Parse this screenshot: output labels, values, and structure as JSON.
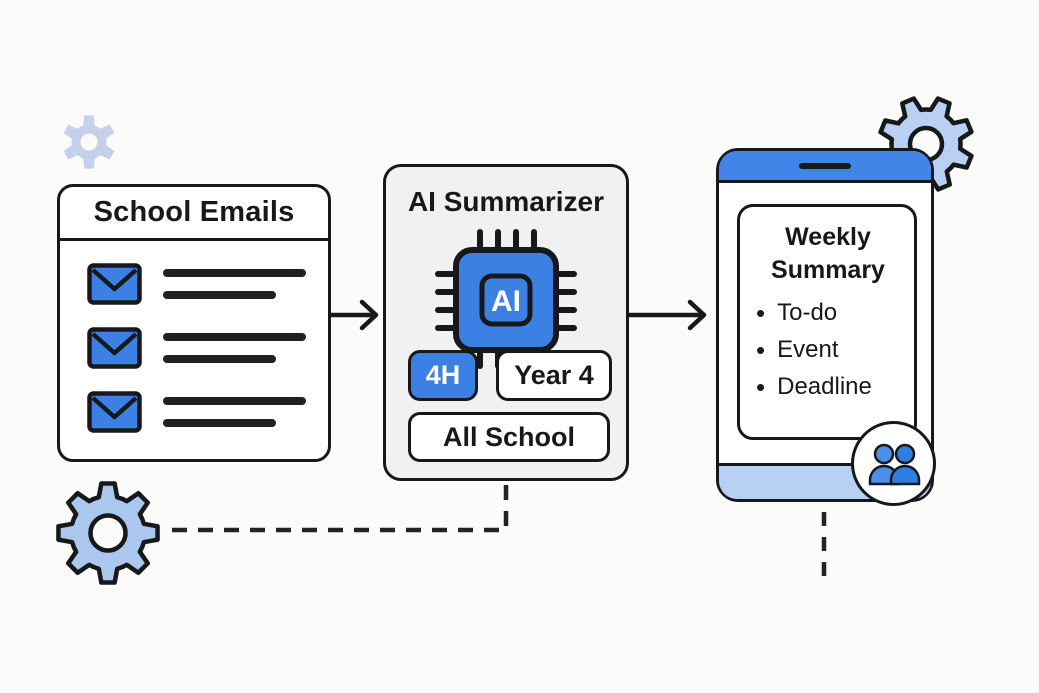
{
  "flow": {
    "source_panel": {
      "title": "School Emails",
      "email_count": 3,
      "emails": [
        {
          "icon": "envelope-icon"
        },
        {
          "icon": "envelope-icon"
        },
        {
          "icon": "envelope-icon"
        }
      ]
    },
    "processor_panel": {
      "title": "AI Summarizer",
      "chip_label": "AI",
      "filters": {
        "group_4h": "4H",
        "year_4": "Year 4",
        "all_school": "All School"
      }
    },
    "output_phone": {
      "title": "Weekly Summary",
      "items": [
        "To-do",
        "Event",
        "Deadline"
      ]
    }
  },
  "icons": {
    "envelope": "envelope-icon",
    "ai_chip": "ai-chip-icon",
    "gear_top_right": "gear-icon",
    "gear_bottom_left": "gear-icon",
    "gear_soft_top_left": "gear-icon",
    "people_badge": "people-icon",
    "arrows": "arrow-right-icon"
  },
  "colors": {
    "primary_blue": "#3d80e4",
    "phone_bar_blue": "#4285e8",
    "light_blue": "#b0cbf0",
    "phone_bottom_blue": "#b7d0f4",
    "pale_blue": "#c5d1ea",
    "outline_dark": "#17181a",
    "panel_gray": "#f0f1f2",
    "background": "#fbfbfa"
  }
}
